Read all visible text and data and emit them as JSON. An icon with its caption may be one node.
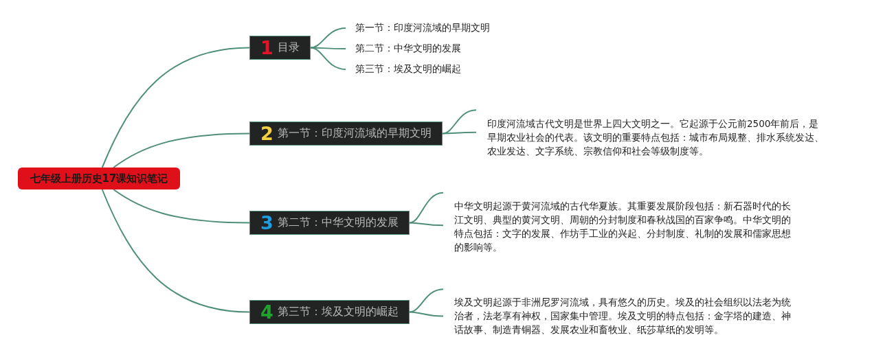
{
  "diagram": {
    "nodes": [
      {
        "text": [
          "七年级上册历史17课知识笔记"
        ]
      },
      {
        "text": [
          "1",
          "目录"
        ]
      },
      {
        "text": [
          "第一节：印度河流域的早期文明"
        ]
      },
      {
        "text": [
          "第二节：中华文明的发展"
        ]
      },
      {
        "text": [
          "第三节：埃及文明的崛起"
        ]
      },
      {
        "text": [
          "2",
          "第一节：印度河流域的早期文明"
        ]
      },
      {
        "text": [
          "印度河流域古代文明是世界上四大文明之一。它起源于公元前2500年前后，是早期农业社会的代表。该文明的重要特点包括：城市布局规整、排水系统发达、农业发达、文字系统、宗教信仰和社会等级制度等。"
        ]
      },
      {
        "text": [
          "3",
          "第二节：中华文明的发展"
        ]
      },
      {
        "text": [
          "中华文明起源于黄河流域的古代华夏族。其重要发展阶段包括：新石器时代的长江文明、典型的黄河文明、周朝的分封制度和春秋战国的百家争鸣。中华文明的特点包括：文字的发展、作坊手工业的兴起、分封制度、礼制的发展和儒家思想的影响等。"
        ]
      },
      {
        "text": [
          "4",
          "第三节：埃及文明的崛起"
        ]
      },
      {
        "text": [
          "埃及文明起源于非洲尼罗河流域，具有悠久的历史。埃及的社会组织以法老为统治者，法老享有神权，国家集中管理。埃及文明的特点包括：金字塔的建造、神话故事、制造青铜器、发展农业和畜牧业、纸莎草纸的发明等。"
        ]
      }
    ],
    "edges": [
      {
        "from": 0,
        "to": 1,
        "arrow": "none"
      },
      {
        "from": 0,
        "to": 5,
        "arrow": "none"
      },
      {
        "from": 0,
        "to": 7,
        "arrow": "none"
      },
      {
        "from": 0,
        "to": 9,
        "arrow": "none"
      },
      {
        "from": 1,
        "to": 2,
        "arrow": "none"
      },
      {
        "from": 1,
        "to": 3,
        "arrow": "none"
      },
      {
        "from": 1,
        "to": 4,
        "arrow": "none"
      },
      {
        "from": 5,
        "to": 6,
        "arrow": "none"
      },
      {
        "from": 5,
        "to": 6,
        "arrow": "none"
      },
      {
        "from": 7,
        "to": 8,
        "arrow": "none"
      },
      {
        "from": 7,
        "to": 8,
        "arrow": "none"
      },
      {
        "from": 9,
        "to": 10,
        "arrow": "none"
      },
      {
        "from": 9,
        "to": 10,
        "arrow": "none"
      }
    ]
  }
}
